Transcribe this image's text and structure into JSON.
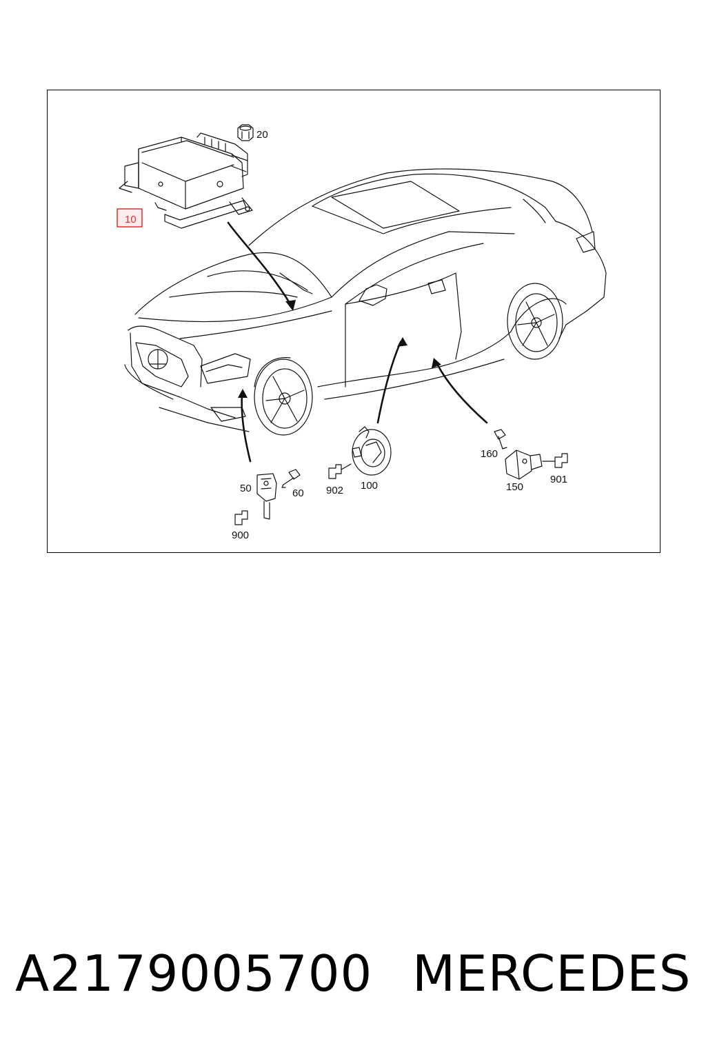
{
  "diagram": {
    "callouts": {
      "c10": "10",
      "c20": "20",
      "c50": "50",
      "c60": "60",
      "c100": "100",
      "c150": "150",
      "c160": "160",
      "c900": "900",
      "c901": "901",
      "c902": "902"
    },
    "highlighted_callout": "10",
    "highlight_color": "#e03030"
  },
  "footer": {
    "part_number": "A2179005700",
    "brand": "MERCEDES"
  }
}
